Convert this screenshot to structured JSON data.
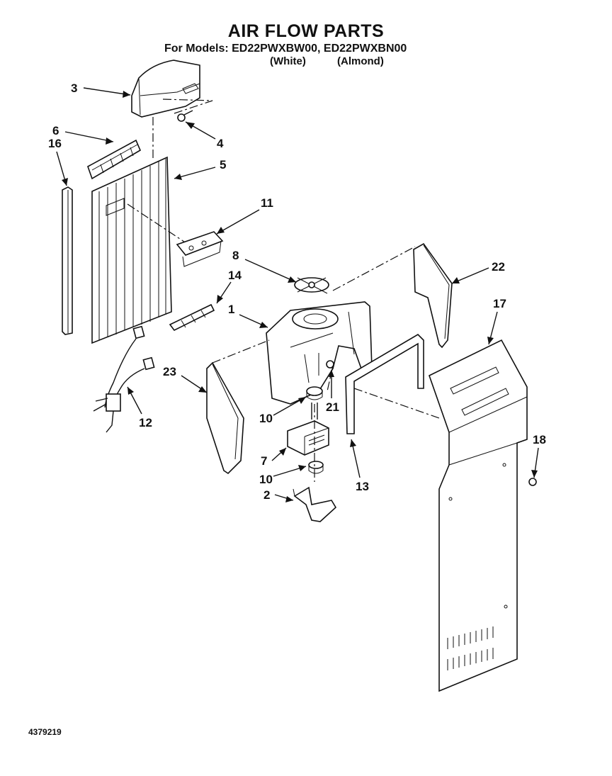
{
  "header": {
    "title": "AIR FLOW PARTS",
    "models_line": "For Models: ED22PWXBW00, ED22PWXBN00",
    "variant_white": "(White)",
    "variant_almond": "(Almond)"
  },
  "callouts": {
    "c1": "1",
    "c2": "2",
    "c3": "3",
    "c4": "4",
    "c5": "5",
    "c6": "6",
    "c7": "7",
    "c8": "8",
    "c10a": "10",
    "c10b": "10",
    "c11": "11",
    "c12": "12",
    "c13": "13",
    "c14": "14",
    "c16": "16",
    "c17": "17",
    "c18": "18",
    "c21": "21",
    "c22": "22",
    "c23": "23"
  },
  "footer": {
    "doc_number": "4379219"
  }
}
